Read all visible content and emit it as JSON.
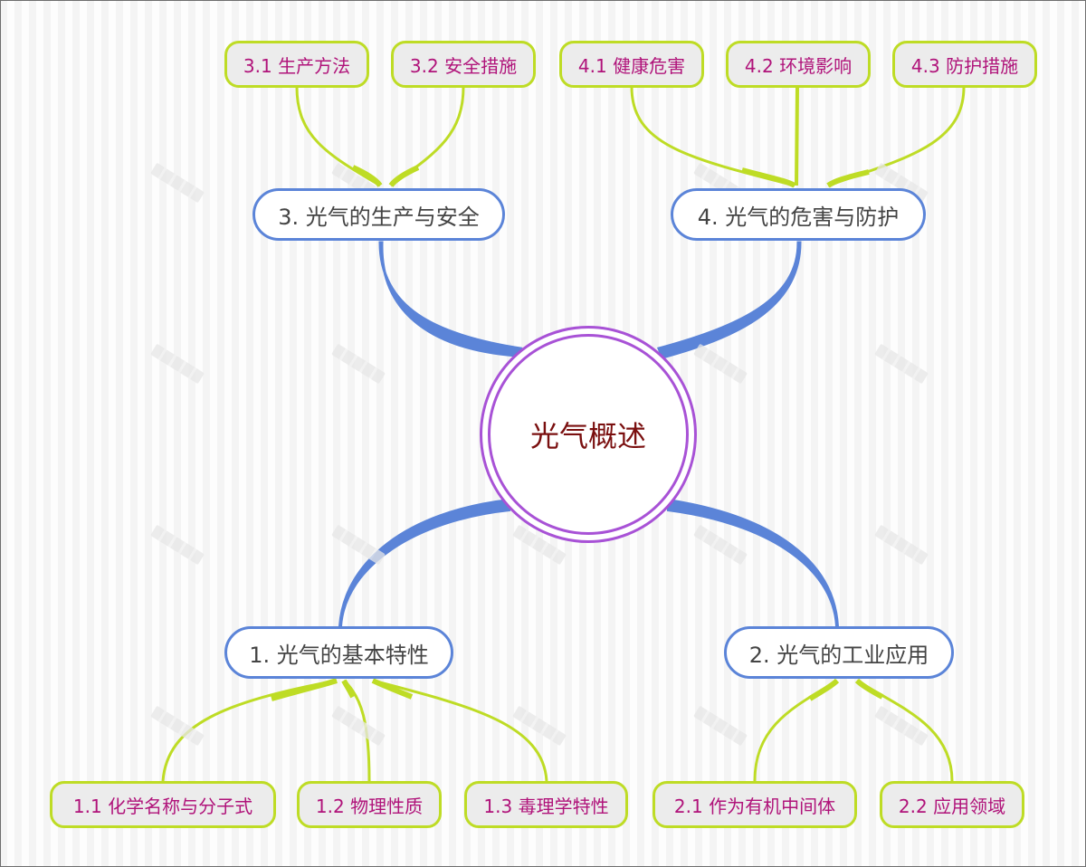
{
  "mindmap": {
    "center": {
      "label": "光气概述"
    },
    "branches": [
      {
        "label": "1. 光气的基本特性",
        "children": [
          "1.1 化学名称与分子式",
          "1.2 物理性质",
          "1.3 毒理学特性"
        ]
      },
      {
        "label": "2. 光气的工业应用",
        "children": [
          "2.1 作为有机中间体",
          "2.2 应用领域"
        ]
      },
      {
        "label": "3. 光气的生产与安全",
        "children": [
          "3.1 生产方法",
          "3.2 安全措施"
        ]
      },
      {
        "label": "4. 光气的危害与防护",
        "children": [
          "4.1 健康危害",
          "4.2 环境影响",
          "4.3 防护措施"
        ]
      }
    ]
  },
  "colors": {
    "center_border": "#a852d6",
    "center_text": "#7a0f0f",
    "branch_border": "#5b84d8",
    "branch_text": "#444444",
    "leaf_border": "#bedc25",
    "leaf_fill": "#ececec",
    "leaf_text": "#b0137a"
  }
}
